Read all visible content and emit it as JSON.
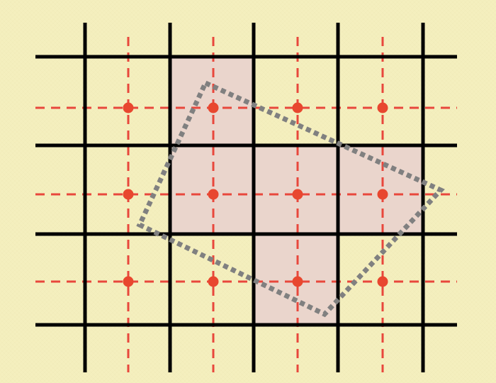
{
  "colors": {
    "background": "#f4efbe",
    "background_texture": "#ece6b0",
    "shaded_cell": "#ead5cc",
    "grid_line": "#000000",
    "dashed_line": "#e8473c",
    "sample_point": "#e8472f",
    "rotated_outline": "#808080"
  },
  "grid": {
    "columns": 4,
    "rows": 3
  },
  "shaded_cells": [
    {
      "col": 1,
      "row": 0
    },
    {
      "col": 1,
      "row": 1
    },
    {
      "col": 2,
      "row": 1
    },
    {
      "col": 3,
      "row": 1
    },
    {
      "col": 2,
      "row": 2
    }
  ],
  "sample_points": [
    {
      "col": 0,
      "row": 0
    },
    {
      "col": 1,
      "row": 0
    },
    {
      "col": 2,
      "row": 0
    },
    {
      "col": 3,
      "row": 0
    },
    {
      "col": 0,
      "row": 1
    },
    {
      "col": 1,
      "row": 1
    },
    {
      "col": 2,
      "row": 1
    },
    {
      "col": 3,
      "row": 1
    },
    {
      "col": 0,
      "row": 2
    },
    {
      "col": 1,
      "row": 2
    },
    {
      "col": 2,
      "row": 2
    },
    {
      "col": 3,
      "row": 2
    }
  ]
}
